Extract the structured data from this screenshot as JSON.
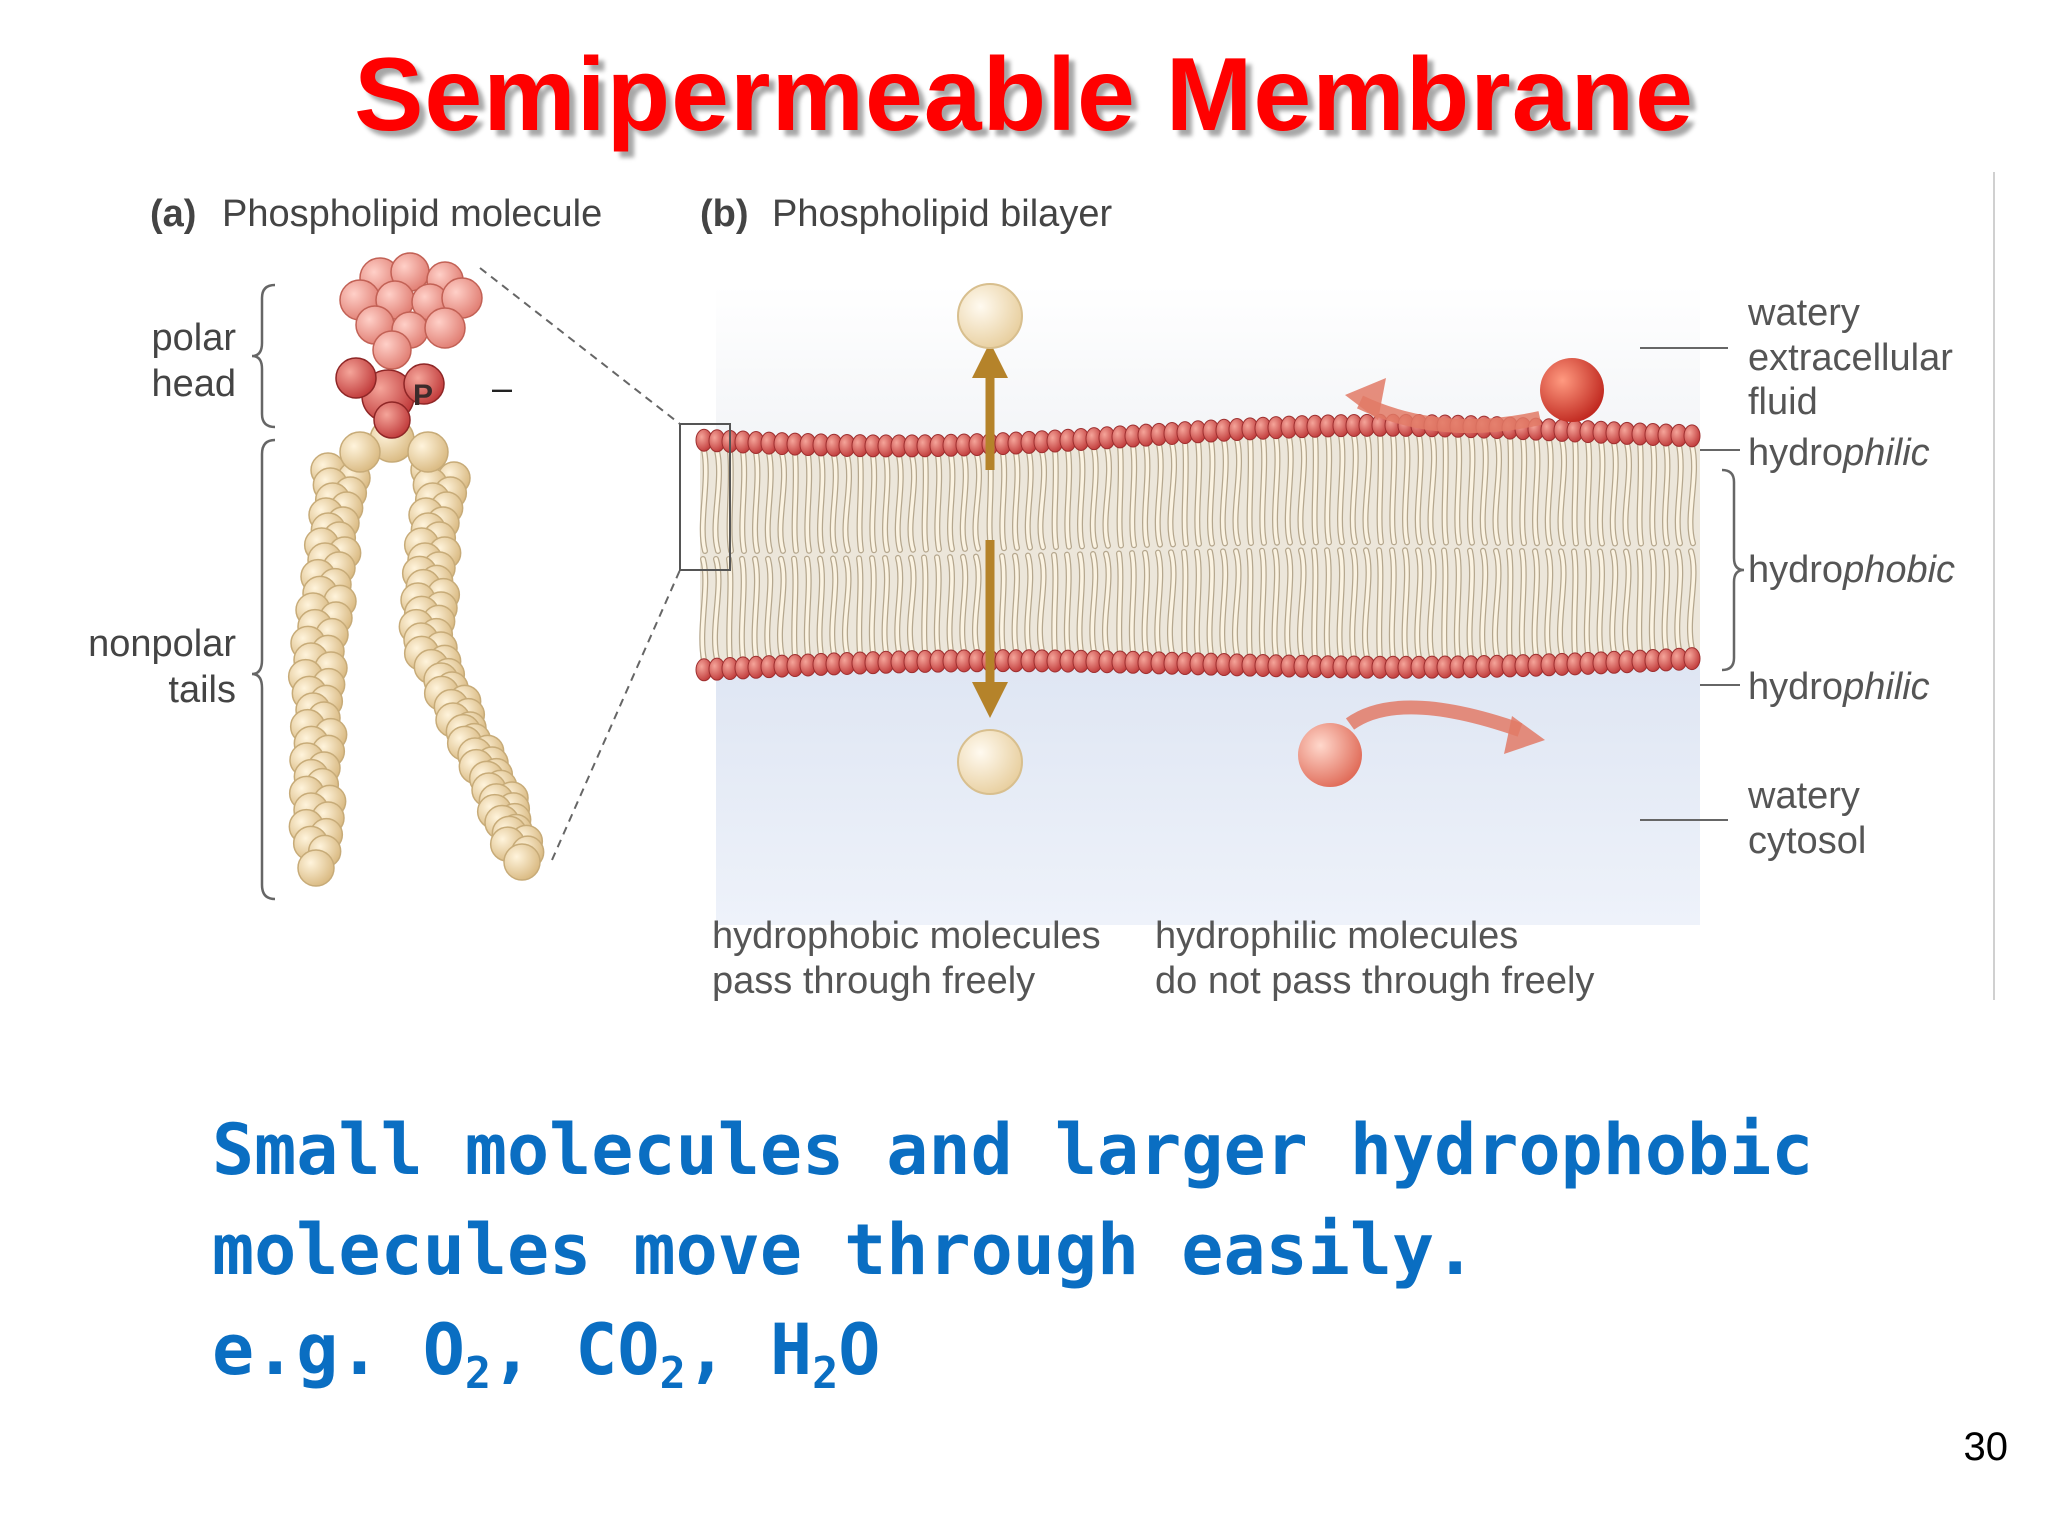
{
  "slide": {
    "title": "Semipermeable Membrane",
    "page_number": "30"
  },
  "figure": {
    "panel_a": {
      "letter": "(a)",
      "title": "Phospholipid molecule"
    },
    "panel_b": {
      "letter": "(b)",
      "title": "Phospholipid bilayer"
    },
    "left_labels": {
      "polar_head_1": "polar",
      "polar_head_2": "head",
      "nonpolar_tails_1": "nonpolar",
      "nonpolar_tails_2": "tails",
      "phosphate": "P",
      "charge": "–"
    },
    "right_labels": {
      "extracellular_1": "watery",
      "extracellular_2": "extracellular",
      "extracellular_3": "fluid",
      "hydrophilic_top_prefix": "hydro",
      "hydrophilic_top_suffix": "philic",
      "hydrophobic_prefix": "hydro",
      "hydrophobic_suffix": "phobic",
      "hydrophilic_bottom_prefix": "hydro",
      "hydrophilic_bottom_suffix": "philic",
      "cytosol_1": "watery",
      "cytosol_2": "cytosol"
    },
    "captions": {
      "hydrophobic_1": "hydrophobic molecules",
      "hydrophobic_2": "pass through freely",
      "hydrophilic_1": "hydrophilic molecules",
      "hydrophilic_2": "do not pass through freely"
    },
    "colors": {
      "head": "#c94a4a",
      "tail": "#f2e2c4",
      "tail_stroke": "#b5a78e",
      "hydrophobic_molecule": "#f6e4c4",
      "hydrophilic_molecule": "#d6463b",
      "arrow_gold": "#b5832a",
      "arrow_red": "#e27a66"
    }
  },
  "body": {
    "line1": "Small molecules and larger hydrophobic",
    "line2": "molecules move through easily.",
    "line3_prefix": "e.g. O",
    "sub1": "2",
    "line3_mid1": ", CO",
    "sub2": "2",
    "line3_mid2": ", H",
    "sub3": "2",
    "line3_end": "O"
  }
}
